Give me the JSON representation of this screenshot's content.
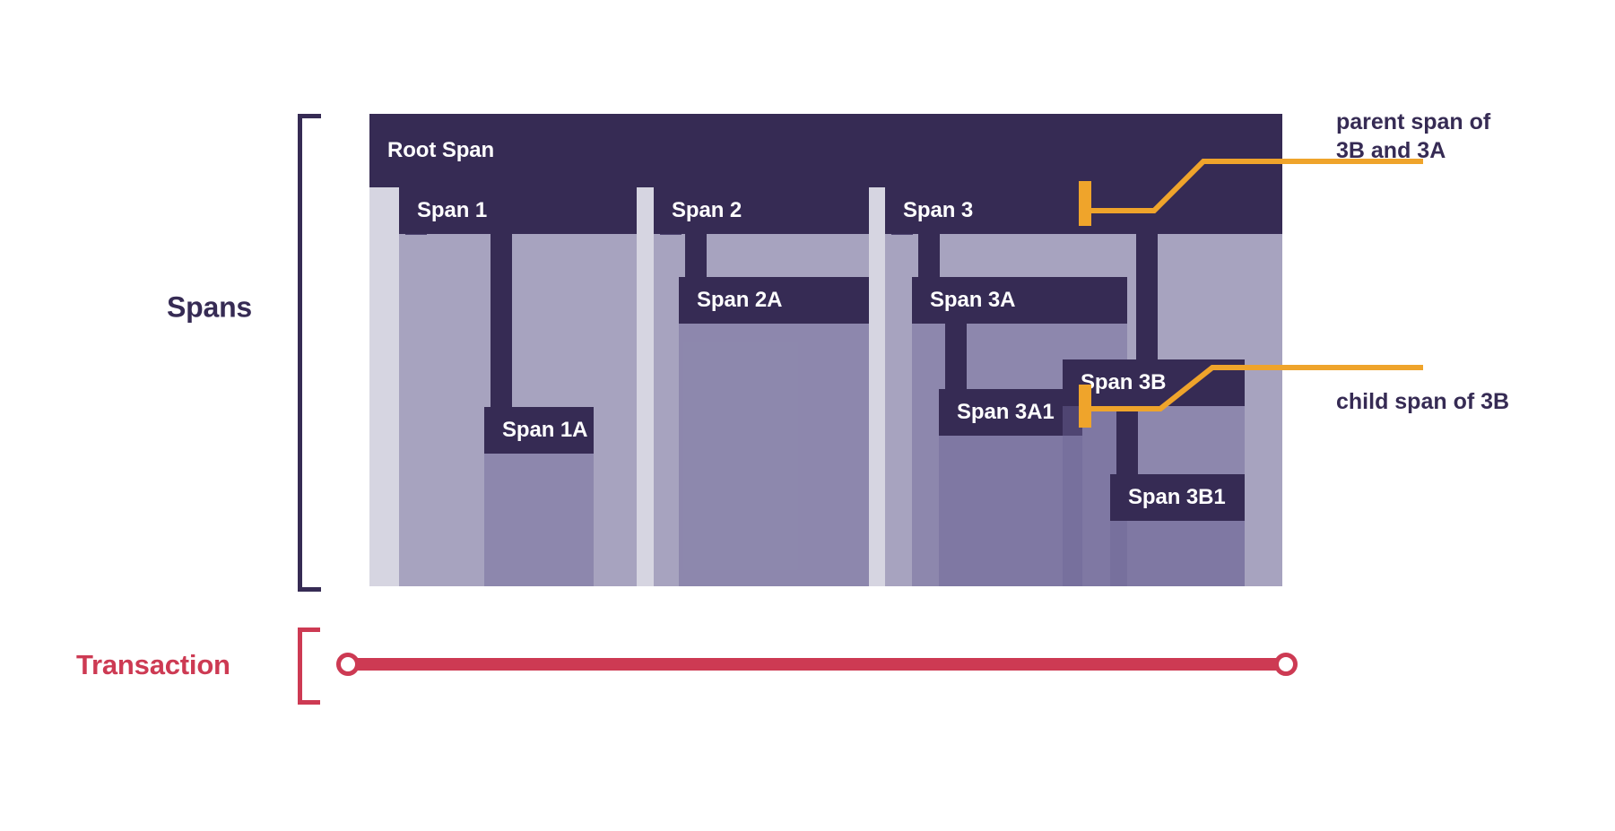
{
  "diagram": {
    "title": "Spans and Transaction trace waterfall",
    "axis_labels": {
      "spans": "Spans",
      "transaction": "Transaction"
    },
    "colors": {
      "span_header": "#362b54",
      "span_body": "#6e6796",
      "canvas": "#d6d5e1",
      "highlight": "#efa42b",
      "transaction": "#cd3a53",
      "background": "#ffffff"
    },
    "spans": [
      {
        "id": "root",
        "label": "Root Span",
        "depth": 0,
        "parent": null
      },
      {
        "id": "1",
        "label": "Span 1",
        "depth": 1,
        "parent": "root"
      },
      {
        "id": "1a",
        "label": "Span 1A",
        "depth": 2,
        "parent": "1"
      },
      {
        "id": "2",
        "label": "Span 2",
        "depth": 1,
        "parent": "root"
      },
      {
        "id": "2a",
        "label": "Span 2A",
        "depth": 2,
        "parent": "2"
      },
      {
        "id": "3",
        "label": "Span 3",
        "depth": 1,
        "parent": "root"
      },
      {
        "id": "3a",
        "label": "Span 3A",
        "depth": 2,
        "parent": "3"
      },
      {
        "id": "3a1",
        "label": "Span 3A1",
        "depth": 3,
        "parent": "3a"
      },
      {
        "id": "3b",
        "label": "Span 3B",
        "depth": 2,
        "parent": "3"
      },
      {
        "id": "3b1",
        "label": "Span 3B1",
        "depth": 3,
        "parent": "3b"
      }
    ],
    "annotations": [
      {
        "id": "parent-of-3b-3a",
        "text": "parent span of\n3B and 3A",
        "points_to": "Span 3",
        "marker_color": "#efa42b"
      },
      {
        "id": "child-of-3b",
        "text": "child span of 3B",
        "points_to": "Span 3B1",
        "marker_color": "#efa42b"
      }
    ],
    "transaction": {
      "label": "Transaction",
      "start_marker": "circle",
      "end_marker": "circle"
    }
  }
}
